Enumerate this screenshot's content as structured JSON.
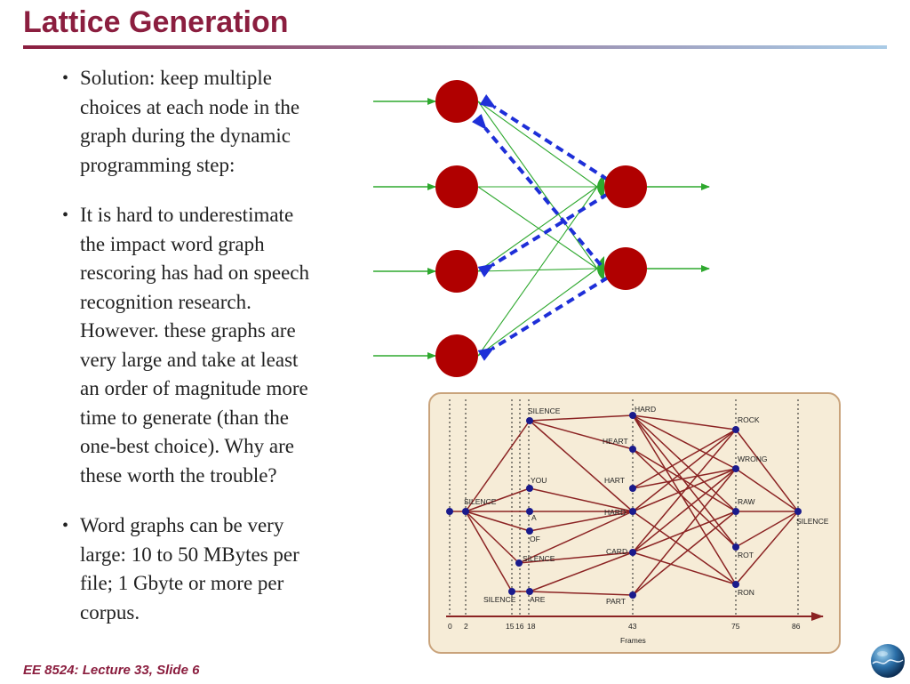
{
  "slide": {
    "title": "Lattice Generation",
    "footer": "EE 8524: Lecture 33, Slide 6"
  },
  "bullets": [
    {
      "lines": [
        "Solution: keep multiple",
        "choices at each node in the",
        "graph during the dynamic",
        "programming step:"
      ]
    },
    {
      "lines": [
        "It is hard to underestimate",
        "the impact word graph",
        "rescoring has had on speech",
        "recognition research.",
        "However. these graphs are",
        "very large and take at least",
        "an order of magnitude more",
        "time to generate (than the",
        "one-best choice). Why are",
        "these worth the trouble?"
      ]
    },
    {
      "lines": [
        "Word graphs can be very",
        "large: 10 to 50 MBytes per",
        "file; 1 Gbyte or more per",
        "corpus."
      ]
    }
  ],
  "colors": {
    "title": "#8b1e3f",
    "node": "#b00000",
    "green": "#2ea82e",
    "blue": "#1e2fd8",
    "lattice_edge": "#8b2323"
  },
  "lattice": {
    "words": [
      "SILENCE",
      "SILENCE",
      "YOU",
      "A",
      "OF",
      "SILENCE",
      "SILENCE",
      "ARE",
      "HARD",
      "HEART",
      "HART",
      "HARD",
      "CARD",
      "PART",
      "ROCK",
      "WRONG",
      "RAW",
      "ROT",
      "RON",
      "SILENCE"
    ],
    "axis_ticks": [
      "0",
      "2",
      "15",
      "16",
      "18",
      "43",
      "75",
      "86"
    ],
    "axis_label": "Frames"
  }
}
